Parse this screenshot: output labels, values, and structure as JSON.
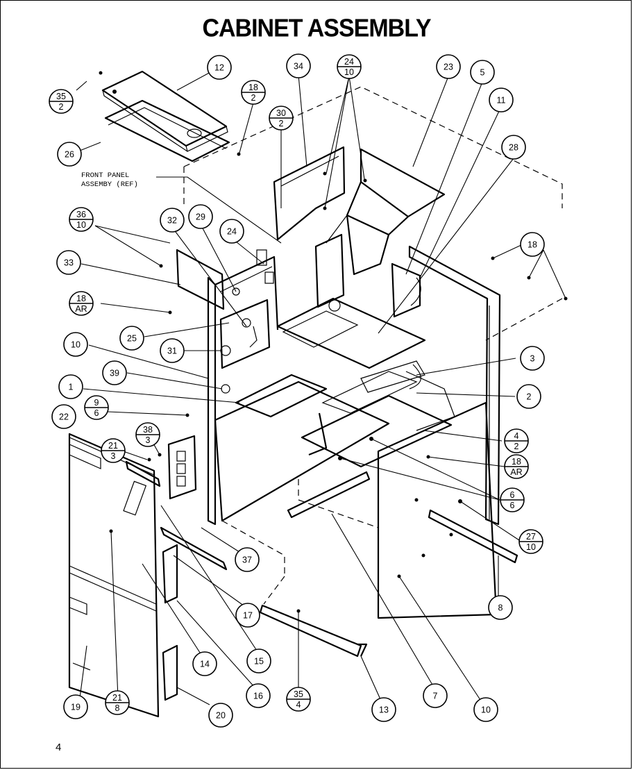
{
  "page": {
    "title": "CABINET ASSEMBLY",
    "page_number": "4"
  },
  "notes": {
    "front_panel_line1": "FRONT PANEL",
    "front_panel_line2": "ASSEMBY (REF)"
  },
  "callouts": [
    {
      "top": "12",
      "bottom": ""
    },
    {
      "top": "35",
      "bottom": "2"
    },
    {
      "top": "18",
      "bottom": "2"
    },
    {
      "top": "30",
      "bottom": "2"
    },
    {
      "top": "34",
      "bottom": ""
    },
    {
      "top": "24",
      "bottom": "10"
    },
    {
      "top": "23",
      "bottom": ""
    },
    {
      "top": "5",
      "bottom": ""
    },
    {
      "top": "11",
      "bottom": ""
    },
    {
      "top": "26",
      "bottom": ""
    },
    {
      "top": "28",
      "bottom": ""
    },
    {
      "top": "36",
      "bottom": "10"
    },
    {
      "top": "32",
      "bottom": ""
    },
    {
      "top": "29",
      "bottom": ""
    },
    {
      "top": "24",
      "bottom": ""
    },
    {
      "top": "18",
      "bottom": ""
    },
    {
      "top": "33",
      "bottom": ""
    },
    {
      "top": "18",
      "bottom": "AR"
    },
    {
      "top": "25",
      "bottom": ""
    },
    {
      "top": "31",
      "bottom": ""
    },
    {
      "top": "10",
      "bottom": ""
    },
    {
      "top": "3",
      "bottom": ""
    },
    {
      "top": "39",
      "bottom": ""
    },
    {
      "top": "1",
      "bottom": ""
    },
    {
      "top": "2",
      "bottom": ""
    },
    {
      "top": "9",
      "bottom": "6"
    },
    {
      "top": "22",
      "bottom": ""
    },
    {
      "top": "21",
      "bottom": "3"
    },
    {
      "top": "38",
      "bottom": "3"
    },
    {
      "top": "4",
      "bottom": "2"
    },
    {
      "top": "18",
      "bottom": "AR"
    },
    {
      "top": "6",
      "bottom": "6"
    },
    {
      "top": "27",
      "bottom": "10"
    },
    {
      "top": "37",
      "bottom": ""
    },
    {
      "top": "8",
      "bottom": ""
    },
    {
      "top": "17",
      "bottom": ""
    },
    {
      "top": "15",
      "bottom": ""
    },
    {
      "top": "14",
      "bottom": ""
    },
    {
      "top": "16",
      "bottom": ""
    },
    {
      "top": "19",
      "bottom": ""
    },
    {
      "top": "21",
      "bottom": "8"
    },
    {
      "top": "20",
      "bottom": ""
    },
    {
      "top": "35",
      "bottom": "4"
    },
    {
      "top": "13",
      "bottom": ""
    },
    {
      "top": "7",
      "bottom": ""
    },
    {
      "top": "10",
      "bottom": ""
    }
  ]
}
